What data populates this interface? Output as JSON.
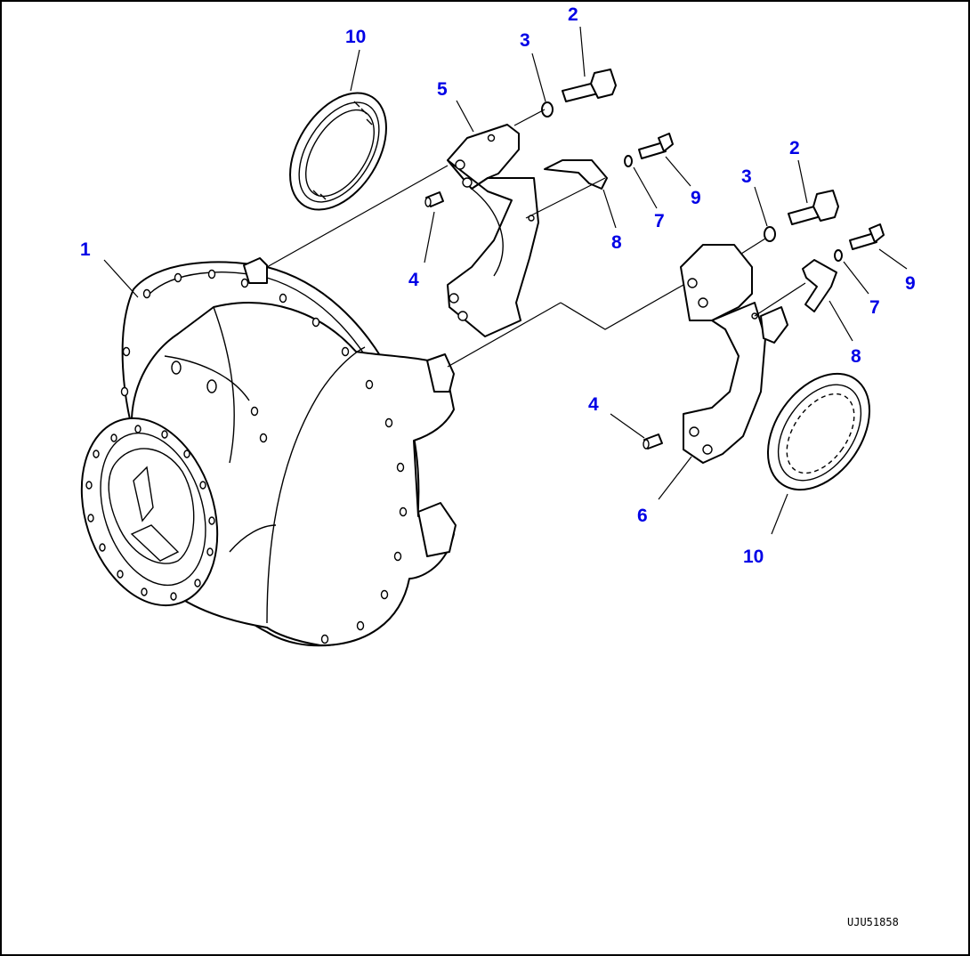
{
  "callouts": [
    {
      "id": "c1",
      "label": "1"
    },
    {
      "id": "c2a",
      "label": "2"
    },
    {
      "id": "c3a",
      "label": "3"
    },
    {
      "id": "c5",
      "label": "5"
    },
    {
      "id": "c10a",
      "label": "10"
    },
    {
      "id": "c4a",
      "label": "4"
    },
    {
      "id": "c8a",
      "label": "8"
    },
    {
      "id": "c7a",
      "label": "7"
    },
    {
      "id": "c9a",
      "label": "9"
    },
    {
      "id": "c2b",
      "label": "2"
    },
    {
      "id": "c3b",
      "label": "3"
    },
    {
      "id": "c9b",
      "label": "9"
    },
    {
      "id": "c7b",
      "label": "7"
    },
    {
      "id": "c8b",
      "label": "8"
    },
    {
      "id": "c4b",
      "label": "4"
    },
    {
      "id": "c6",
      "label": "6"
    },
    {
      "id": "c10b",
      "label": "10"
    }
  ],
  "drawing_code": "UJU51858",
  "colors": {
    "callout": "#0000e6",
    "line": "#000000",
    "background": "#ffffff"
  }
}
